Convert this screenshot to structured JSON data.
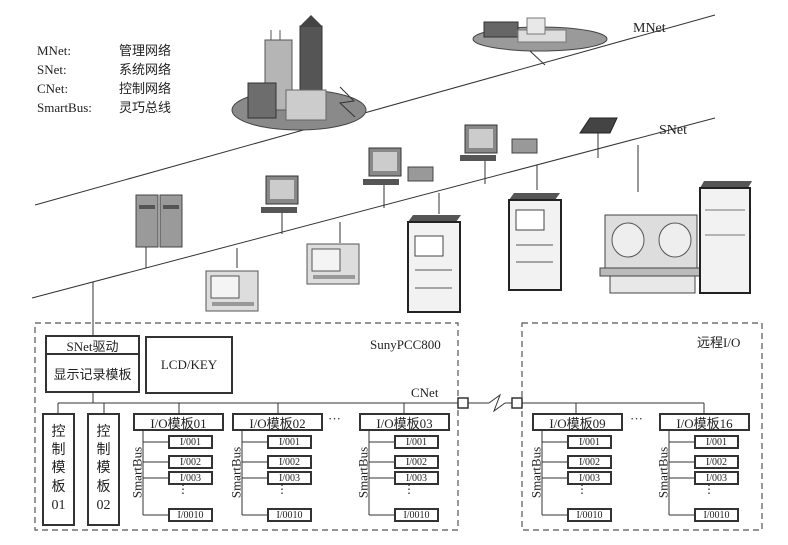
{
  "legend": [
    {
      "key": "MNet:",
      "value": "管理网络"
    },
    {
      "key": "SNet:",
      "value": "系统网络"
    },
    {
      "key": "CNet:",
      "value": "控制网络"
    },
    {
      "key": "SmartBus:",
      "value": "灵巧总线"
    }
  ],
  "networks": {
    "mnet": "MNet",
    "snet": "SNet",
    "cnet": "CNet",
    "smartbus": "SmartBus"
  },
  "main_unit": {
    "title": "SunyPCC800",
    "snet_driver": "SNet驱动",
    "display_board": "显示记录模板",
    "lcd": "LCD/KEY",
    "control_boards": [
      "控\n制\n模\n板\n01",
      "控\n制\n模\n板\n02"
    ],
    "io_boards": [
      {
        "label": "I/O模板01",
        "modules": [
          "I/001",
          "I/002",
          "I/003",
          "⋮",
          "I/0010"
        ]
      },
      {
        "label": "I/O模板02",
        "modules": [
          "I/001",
          "I/002",
          "I/003",
          "⋮",
          "I/0010"
        ]
      },
      {
        "label": "I/O模板03",
        "modules": [
          "I/001",
          "I/002",
          "I/003",
          "⋮",
          "I/0010"
        ]
      }
    ],
    "ellipsis": "···"
  },
  "remote_unit": {
    "title": "远程I/O",
    "io_boards": [
      {
        "label": "I/O模板09",
        "modules": [
          "I/001",
          "I/002",
          "I/003",
          "⋮",
          "I/0010"
        ]
      },
      {
        "label": "I/O模板16",
        "modules": [
          "I/001",
          "I/002",
          "I/003",
          "⋮",
          "I/0010"
        ]
      }
    ],
    "ellipsis": "···"
  },
  "devices": {
    "factory": "factory-buildings",
    "office": "office-building",
    "servers": "server-towers",
    "workstations": [
      "workstation",
      "workstation-with-printer",
      "workstation-with-printer"
    ],
    "laptop": "laptop",
    "operator_panels": [
      "operator-panel",
      "operator-panel"
    ],
    "cabinets": [
      "control-cabinet",
      "control-cabinet"
    ],
    "console": "operator-console-with-cabinet"
  }
}
